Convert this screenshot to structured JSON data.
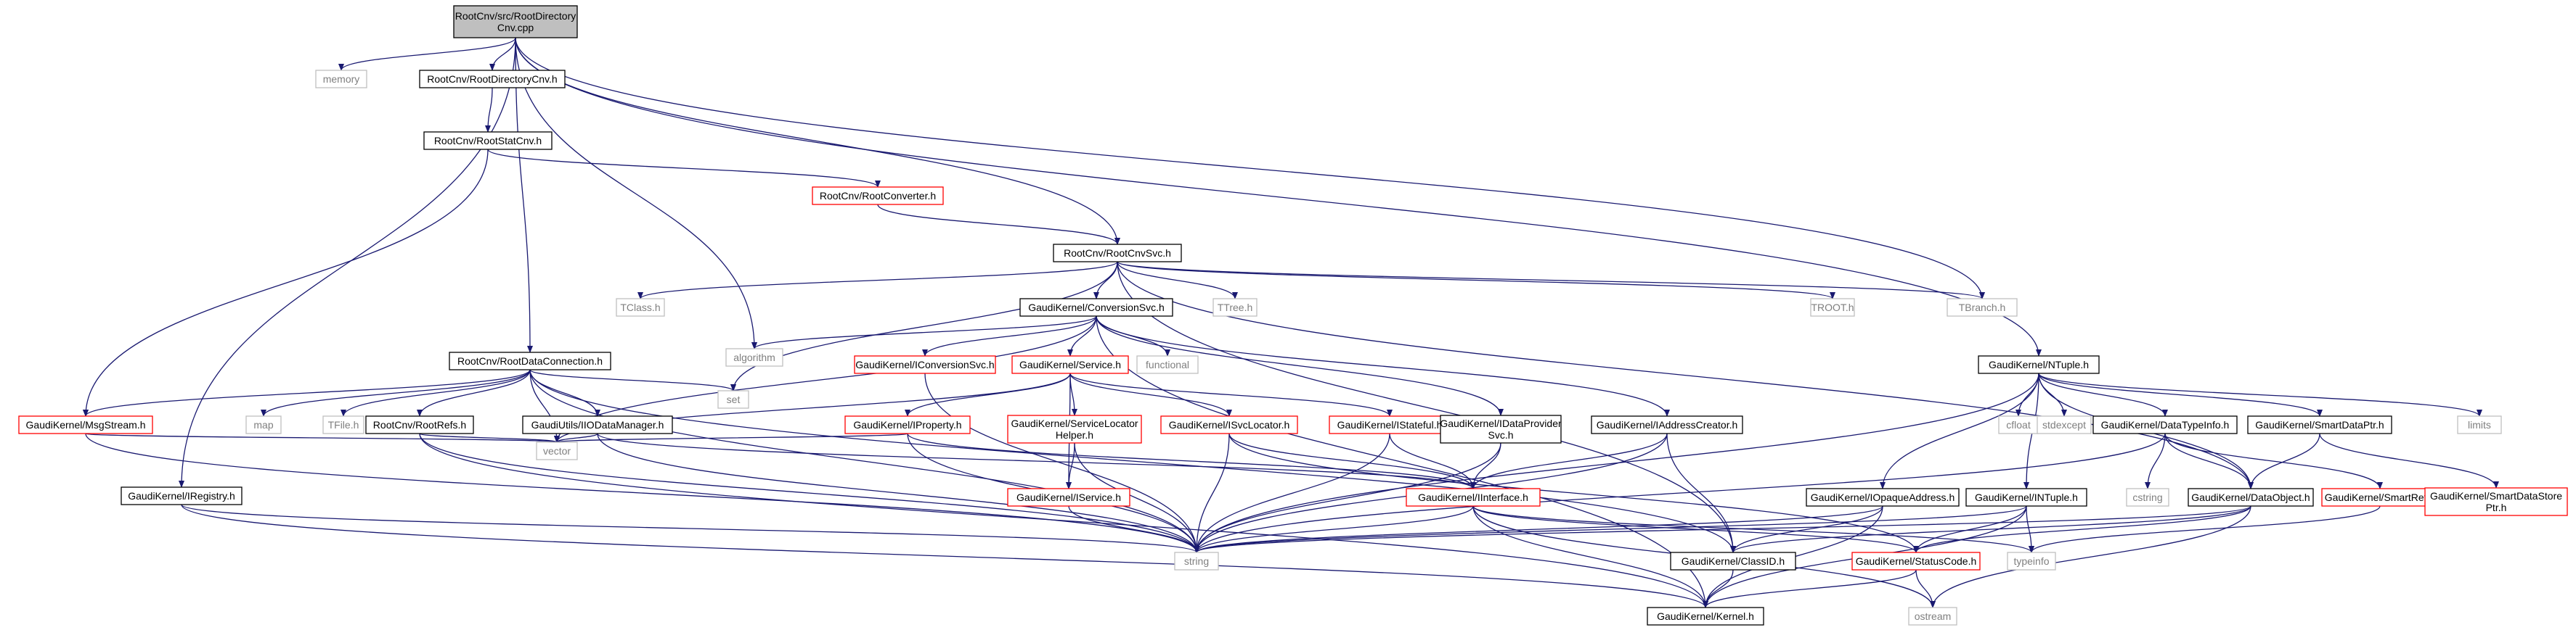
{
  "graph": {
    "edge_color": "#191970",
    "node_border_black": "#000000",
    "node_border_red": "#ff0000",
    "node_border_grey": "#bfbfbf",
    "node_text_default": "#000000",
    "node_text_grey": "#7f7f7f",
    "root_fill": "#bfbfbf",
    "nodes": [
      {
        "id": "root",
        "lines": [
          "RootCnv/src/RootDirectory",
          "Cnv.cpp"
        ],
        "style": "root"
      },
      {
        "id": "memory",
        "lines": [
          "memory"
        ],
        "style": "grey"
      },
      {
        "id": "RootDirectoryCnv",
        "lines": [
          "RootCnv/RootDirectoryCnv.h"
        ],
        "style": "black"
      },
      {
        "id": "RootStatCnv",
        "lines": [
          "RootCnv/RootStatCnv.h"
        ],
        "style": "black"
      },
      {
        "id": "RootConverter",
        "lines": [
          "RootCnv/RootConverter.h"
        ],
        "style": "red"
      },
      {
        "id": "RootCnvSvc",
        "lines": [
          "RootCnv/RootCnvSvc.h"
        ],
        "style": "black"
      },
      {
        "id": "TClass",
        "lines": [
          "TClass.h"
        ],
        "style": "grey"
      },
      {
        "id": "TTree",
        "lines": [
          "TTree.h"
        ],
        "style": "grey"
      },
      {
        "id": "TROOT",
        "lines": [
          "TROOT.h"
        ],
        "style": "grey"
      },
      {
        "id": "TBranch",
        "lines": [
          "TBranch.h"
        ],
        "style": "grey"
      },
      {
        "id": "ConversionSvc",
        "lines": [
          "GaudiKernel/ConversionSvc.h"
        ],
        "style": "black"
      },
      {
        "id": "algorithm",
        "lines": [
          "algorithm"
        ],
        "style": "grey"
      },
      {
        "id": "IConversionSvc",
        "lines": [
          "GaudiKernel/IConversionSvc.h"
        ],
        "style": "red"
      },
      {
        "id": "Service",
        "lines": [
          "GaudiKernel/Service.h"
        ],
        "style": "red"
      },
      {
        "id": "functional",
        "lines": [
          "functional"
        ],
        "style": "grey"
      },
      {
        "id": "RootDataConnection",
        "lines": [
          "RootCnv/RootDataConnection.h"
        ],
        "style": "black"
      },
      {
        "id": "MsgStream",
        "lines": [
          "GaudiKernel/MsgStream.h"
        ],
        "style": "red"
      },
      {
        "id": "map",
        "lines": [
          "map"
        ],
        "style": "grey"
      },
      {
        "id": "TFile",
        "lines": [
          "TFile.h"
        ],
        "style": "grey"
      },
      {
        "id": "RootRefs",
        "lines": [
          "RootCnv/RootRefs.h"
        ],
        "style": "black"
      },
      {
        "id": "IIODataManager",
        "lines": [
          "GaudiUtils/IIODataManager.h"
        ],
        "style": "black"
      },
      {
        "id": "set",
        "lines": [
          "set"
        ],
        "style": "grey"
      },
      {
        "id": "IProperty",
        "lines": [
          "GaudiKernel/IProperty.h"
        ],
        "style": "red"
      },
      {
        "id": "ServiceLocatorHelper",
        "lines": [
          "GaudiKernel/ServiceLocator",
          "Helper.h"
        ],
        "style": "red"
      },
      {
        "id": "ISvcLocator",
        "lines": [
          "GaudiKernel/ISvcLocator.h"
        ],
        "style": "red"
      },
      {
        "id": "IStateful",
        "lines": [
          "GaudiKernel/IStateful.h"
        ],
        "style": "red"
      },
      {
        "id": "IDataProviderSvc",
        "lines": [
          "GaudiKernel/IDataProvider",
          "Svc.h"
        ],
        "style": "black"
      },
      {
        "id": "IAddressCreator",
        "lines": [
          "GaudiKernel/IAddressCreator.h"
        ],
        "style": "black"
      },
      {
        "id": "vector",
        "lines": [
          "vector"
        ],
        "style": "grey"
      },
      {
        "id": "IService",
        "lines": [
          "GaudiKernel/IService.h"
        ],
        "style": "red"
      },
      {
        "id": "IInterface",
        "lines": [
          "GaudiKernel/IInterface.h"
        ],
        "style": "red"
      },
      {
        "id": "IRegistry",
        "lines": [
          "GaudiKernel/IRegistry.h"
        ],
        "style": "black"
      },
      {
        "id": "string",
        "lines": [
          "string"
        ],
        "style": "grey"
      },
      {
        "id": "NTuple",
        "lines": [
          "GaudiKernel/NTuple.h"
        ],
        "style": "black"
      },
      {
        "id": "cfloat",
        "lines": [
          "cfloat"
        ],
        "style": "grey"
      },
      {
        "id": "stdexcept",
        "lines": [
          "stdexcept"
        ],
        "style": "grey"
      },
      {
        "id": "DataTypeInfo",
        "lines": [
          "GaudiKernel/DataTypeInfo.h"
        ],
        "style": "black"
      },
      {
        "id": "SmartDataPtr",
        "lines": [
          "GaudiKernel/SmartDataPtr.h"
        ],
        "style": "black"
      },
      {
        "id": "limits",
        "lines": [
          "limits"
        ],
        "style": "grey"
      },
      {
        "id": "IOpaqueAddress",
        "lines": [
          "GaudiKernel/IOpaqueAddress.h"
        ],
        "style": "black"
      },
      {
        "id": "INTuple",
        "lines": [
          "GaudiKernel/INTuple.h"
        ],
        "style": "black"
      },
      {
        "id": "cstring",
        "lines": [
          "cstring"
        ],
        "style": "grey"
      },
      {
        "id": "DataObject",
        "lines": [
          "GaudiKernel/DataObject.h"
        ],
        "style": "black"
      },
      {
        "id": "SmartRef",
        "lines": [
          "GaudiKernel/SmartRef.h"
        ],
        "style": "red"
      },
      {
        "id": "SmartDataStorePtr",
        "lines": [
          "GaudiKernel/SmartDataStore",
          "Ptr.h"
        ],
        "style": "red"
      },
      {
        "id": "ClassID",
        "lines": [
          "GaudiKernel/ClassID.h"
        ],
        "style": "black"
      },
      {
        "id": "StatusCode",
        "lines": [
          "GaudiKernel/StatusCode.h"
        ],
        "style": "red"
      },
      {
        "id": "typeinfo",
        "lines": [
          "typeinfo"
        ],
        "style": "grey"
      },
      {
        "id": "ostream",
        "lines": [
          "ostream"
        ],
        "style": "grey"
      },
      {
        "id": "Kernel",
        "lines": [
          "GaudiKernel/Kernel.h"
        ],
        "style": "black"
      }
    ],
    "edges": [
      [
        "root",
        "memory"
      ],
      [
        "root",
        "RootDirectoryCnv"
      ],
      [
        "root",
        "RootCnvSvc"
      ],
      [
        "root",
        "RootDataConnection"
      ],
      [
        "root",
        "algorithm"
      ],
      [
        "root",
        "IRegistry"
      ],
      [
        "root",
        "TBranch"
      ],
      [
        "root",
        "NTuple"
      ],
      [
        "RootDirectoryCnv",
        "RootStatCnv"
      ],
      [
        "RootStatCnv",
        "RootConverter"
      ],
      [
        "RootStatCnv",
        "MsgStream"
      ],
      [
        "RootConverter",
        "RootCnvSvc"
      ],
      [
        "RootCnvSvc",
        "TClass"
      ],
      [
        "RootCnvSvc",
        "TTree"
      ],
      [
        "RootCnvSvc",
        "TROOT"
      ],
      [
        "RootCnvSvc",
        "TBranch"
      ],
      [
        "RootCnvSvc",
        "ConversionSvc"
      ],
      [
        "RootCnvSvc",
        "set"
      ],
      [
        "RootCnvSvc",
        "ClassID"
      ],
      [
        "RootCnvSvc",
        "DataObject"
      ],
      [
        "ConversionSvc",
        "algorithm"
      ],
      [
        "ConversionSvc",
        "IConversionSvc"
      ],
      [
        "ConversionSvc",
        "Service"
      ],
      [
        "ConversionSvc",
        "functional"
      ],
      [
        "ConversionSvc",
        "IDataProviderSvc"
      ],
      [
        "ConversionSvc",
        "IAddressCreator"
      ],
      [
        "ConversionSvc",
        "vector"
      ],
      [
        "ConversionSvc",
        "Kernel"
      ],
      [
        "IConversionSvc",
        "string"
      ],
      [
        "Service",
        "IProperty"
      ],
      [
        "Service",
        "ServiceLocatorHelper"
      ],
      [
        "Service",
        "ISvcLocator"
      ],
      [
        "Service",
        "IStateful"
      ],
      [
        "Service",
        "IService"
      ],
      [
        "Service",
        "vector"
      ],
      [
        "RootDataConnection",
        "MsgStream"
      ],
      [
        "RootDataConnection",
        "map"
      ],
      [
        "RootDataConnection",
        "TFile"
      ],
      [
        "RootDataConnection",
        "RootRefs"
      ],
      [
        "RootDataConnection",
        "IIODataManager"
      ],
      [
        "RootDataConnection",
        "set"
      ],
      [
        "RootDataConnection",
        "vector"
      ],
      [
        "RootDataConnection",
        "string"
      ],
      [
        "RootDataConnection",
        "ClassID"
      ],
      [
        "MsgStream",
        "string"
      ],
      [
        "MsgStream",
        "vector"
      ],
      [
        "RootRefs",
        "vector"
      ],
      [
        "RootRefs",
        "string"
      ],
      [
        "RootRefs",
        "Kernel"
      ],
      [
        "IIODataManager",
        "IInterface"
      ],
      [
        "IIODataManager",
        "vector"
      ],
      [
        "IIODataManager",
        "string"
      ],
      [
        "IProperty",
        "vector"
      ],
      [
        "IProperty",
        "IInterface"
      ],
      [
        "IProperty",
        "string"
      ],
      [
        "ServiceLocatorHelper",
        "IService"
      ],
      [
        "ServiceLocatorHelper",
        "string"
      ],
      [
        "ISvcLocator",
        "IInterface"
      ],
      [
        "ISvcLocator",
        "string"
      ],
      [
        "ISvcLocator",
        "StatusCode"
      ],
      [
        "IStateful",
        "IInterface"
      ],
      [
        "IStateful",
        "string"
      ],
      [
        "IDataProviderSvc",
        "IInterface"
      ],
      [
        "IDataProviderSvc",
        "string"
      ],
      [
        "IAddressCreator",
        "IInterface"
      ],
      [
        "IAddressCreator",
        "string"
      ],
      [
        "IAddressCreator",
        "ClassID"
      ],
      [
        "IService",
        "string"
      ],
      [
        "IInterface",
        "string"
      ],
      [
        "IInterface",
        "Kernel"
      ],
      [
        "IInterface",
        "StatusCode"
      ],
      [
        "IInterface",
        "typeinfo"
      ],
      [
        "IInterface",
        "ostream"
      ],
      [
        "IRegistry",
        "string"
      ],
      [
        "IRegistry",
        "Kernel"
      ],
      [
        "NTuple",
        "cfloat"
      ],
      [
        "NTuple",
        "stdexcept"
      ],
      [
        "NTuple",
        "DataTypeInfo"
      ],
      [
        "NTuple",
        "SmartDataPtr"
      ],
      [
        "NTuple",
        "limits"
      ],
      [
        "NTuple",
        "IOpaqueAddress"
      ],
      [
        "NTuple",
        "INTuple"
      ],
      [
        "NTuple",
        "DataObject"
      ],
      [
        "NTuple",
        "string"
      ],
      [
        "DataTypeInfo",
        "string"
      ],
      [
        "DataTypeInfo",
        "cstring"
      ],
      [
        "DataTypeInfo",
        "SmartRef"
      ],
      [
        "DataTypeInfo",
        "DataObject"
      ],
      [
        "SmartDataPtr",
        "DataObject"
      ],
      [
        "SmartDataPtr",
        "SmartDataStorePtr"
      ],
      [
        "IOpaqueAddress",
        "string"
      ],
      [
        "IOpaqueAddress",
        "ClassID"
      ],
      [
        "IOpaqueAddress",
        "Kernel"
      ],
      [
        "INTuple",
        "string"
      ],
      [
        "INTuple",
        "typeinfo"
      ],
      [
        "INTuple",
        "StatusCode"
      ],
      [
        "INTuple",
        "Kernel"
      ],
      [
        "DataObject",
        "string"
      ],
      [
        "DataObject",
        "ClassID"
      ],
      [
        "DataObject",
        "StatusCode"
      ],
      [
        "DataObject",
        "ostream"
      ],
      [
        "SmartRef",
        "typeinfo"
      ],
      [
        "ClassID",
        "Kernel"
      ],
      [
        "StatusCode",
        "ostream"
      ],
      [
        "StatusCode",
        "Kernel"
      ]
    ]
  }
}
